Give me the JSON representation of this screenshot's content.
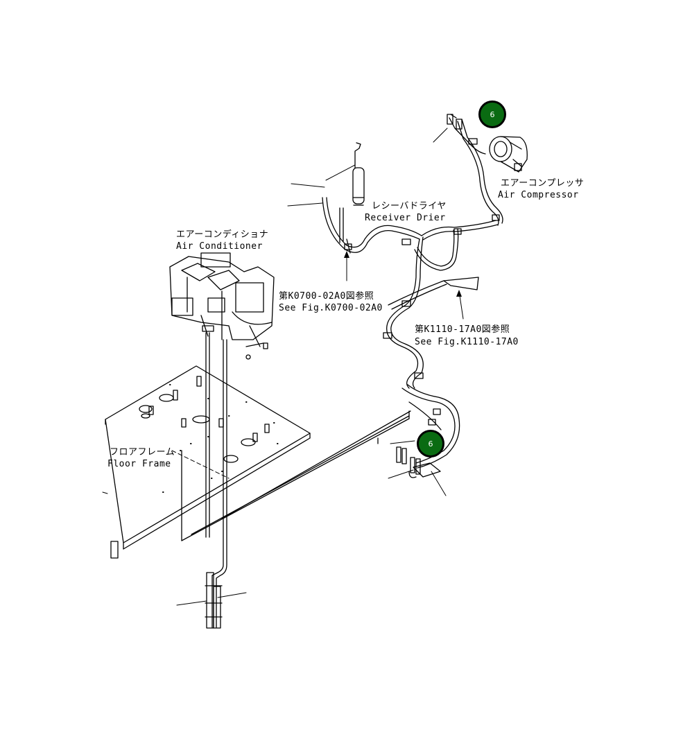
{
  "labels": {
    "air_compressor_jp": "エアーコンプレッサ",
    "air_compressor_en": "Air Compressor",
    "receiver_drier_jp": "レシーバドライヤ",
    "receiver_drier_en": "Receiver Drier",
    "air_conditioner_jp": "エアーコンディショナ",
    "air_conditioner_en": "Air Conditioner",
    "ref_k0700_jp": "第K0700-02A0図参照",
    "ref_k0700_en": "See Fig.K0700-02A0",
    "ref_k1110_jp": "第K1110-17A0図参照",
    "ref_k1110_en": "See Fig.K1110-17A0",
    "floor_frame_jp": "フロアフレーム",
    "floor_frame_en": "Floor Frame"
  },
  "callouts": [
    {
      "number": "6",
      "color": "#0a6b12"
    },
    {
      "number": "6",
      "color": "#0a6b12"
    }
  ]
}
